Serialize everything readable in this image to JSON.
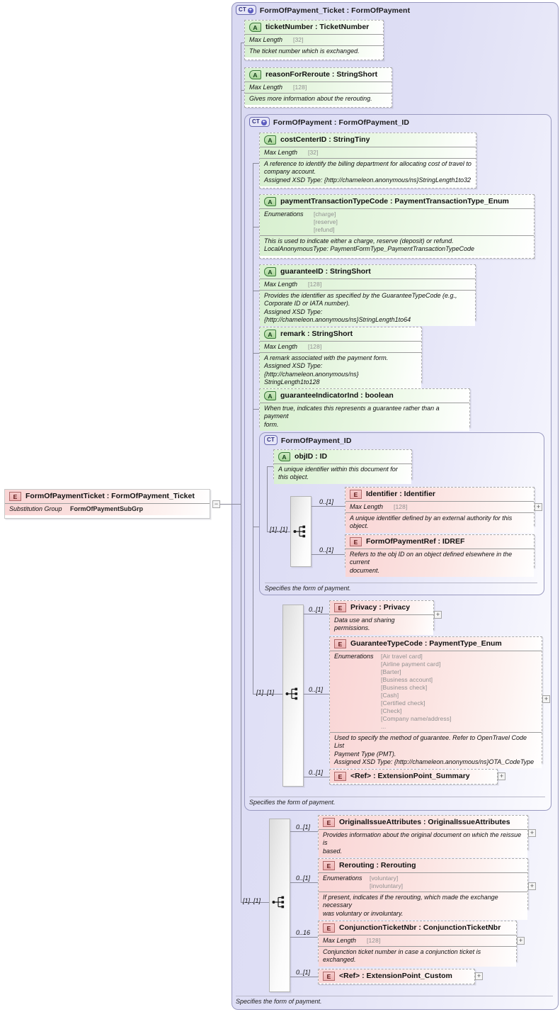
{
  "diagram": {
    "title": "XSD Schema Diagram",
    "root_element": {
      "tag": "E",
      "name": "FormOfPaymentTicket : FormOfPayment_Ticket",
      "facet_label": "Substitution Group",
      "facet_value": "FormOfPaymentSubGrp",
      "collapse_glyph": "−"
    },
    "frames": [
      {
        "badge": "CT",
        "title": "FormOfPayment_Ticket : FormOfPayment"
      },
      {
        "badge": "CT",
        "title": "FormOfPayment : FormOfPayment_ID"
      },
      {
        "badge": "CT",
        "title": "FormOfPayment_ID",
        "footer": "Specifies the form of payment."
      }
    ],
    "footers": {
      "formofpayment_id": "Specifies the form of payment.",
      "formofpayment": "Specifies the form of payment.",
      "formofpayment_ticket": "Specifies the form of payment."
    },
    "attributes": [
      {
        "tag": "A",
        "name": "ticketNumber : TicketNumber",
        "facet_label": "Max Length",
        "facet_value": "[32]",
        "doc": [
          "The ticket number which is exchanged."
        ]
      },
      {
        "tag": "A",
        "name": "reasonForReroute : StringShort",
        "facet_label": "Max Length",
        "facet_value": "[128]",
        "doc": [
          "Gives more information about the rerouting."
        ]
      },
      {
        "tag": "A",
        "name": "costCenterID : StringTiny",
        "facet_label": "Max Length",
        "facet_value": "[32]",
        "doc": [
          "A reference to identify the billing department for allocating cost of travel to",
          "company account.",
          "Assigned XSD Type: {http://chameleon.anonymous/ns}StringLength1to32"
        ]
      },
      {
        "tag": "A",
        "name": "paymentTransactionTypeCode : PaymentTransactionType_Enum",
        "facet_label": "Enumerations",
        "facet_values": [
          "[charge]",
          "[reserve]",
          "[refund]"
        ],
        "doc": [
          "This is used to indicate either a charge, reserve (deposit) or refund.",
          "LocalAnonymousType: PaymentFormType_PaymentTransactionTypeCode"
        ]
      },
      {
        "tag": "A",
        "name": "guaranteeID : StringShort",
        "facet_label": "Max Length",
        "facet_value": "[128]",
        "doc": [
          "Provides the identifier as specified by the GuaranteeTypeCode (e.g.,",
          "Corporate ID or IATA number).",
          "Assigned XSD Type: {http://chameleon.anonymous/ns}StringLength1to64"
        ]
      },
      {
        "tag": "A",
        "name": "remark    : StringShort",
        "facet_label": "Max Length",
        "facet_value": "[128]",
        "doc": [
          "A remark associated with the payment form.",
          "Assigned XSD Type: {http://chameleon.anonymous/ns}",
          "StringLength1to128"
        ]
      },
      {
        "tag": "A",
        "name": "guaranteeIndicatorInd : boolean",
        "doc": [
          "When true, indicates this represents a guarantee rather than a payment",
          "form."
        ]
      },
      {
        "tag": "A",
        "name": "objID      : ID",
        "doc": [
          "A unique identifier within this document for this object."
        ]
      }
    ],
    "group_id": {
      "cardinality": "[1]..[1]",
      "children": [
        {
          "tag": "E",
          "occurs": "0..[1]",
          "name": "Identifier : Identifier",
          "facet_label": "Max Length",
          "facet_value": "[128]",
          "doc": [
            "A unique identifier defined by an external authority for this object."
          ],
          "expandable": true
        },
        {
          "tag": "E",
          "occurs": "0..[1]",
          "name": "FormOfPaymentRef : IDREF",
          "doc": [
            "Refers to the obj ID on an object defined elsewhere in the current",
            "document."
          ],
          "expandable": false
        }
      ]
    },
    "group_payment": {
      "cardinality": "[1]..[1]",
      "children": [
        {
          "tag": "E",
          "occurs": "0..[1]",
          "name": "Privacy   : Privacy",
          "doc": [
            "Data use and sharing permissions."
          ],
          "expandable": true
        },
        {
          "tag": "E",
          "occurs": "0..[1]",
          "name": "GuaranteeTypeCode : PaymentType_Enum",
          "facet_label": "Enumerations",
          "facet_values": [
            "[Air travel card]",
            "[Airline payment card]",
            "[Barter]",
            "[Business account]",
            "[Business check]",
            "[Cash]",
            "[Certified check]",
            "[Check]",
            "[Company name/address]",
            "..."
          ],
          "doc": [
            "Used to specify the method of guarantee. Refer to OpenTravel Code List",
            "Payment Type (PMT).",
            "Assigned XSD Type: {http://chameleon.anonymous/ns}OTA_CodeType"
          ],
          "expandable": true
        },
        {
          "tag": "E",
          "occurs": "0..[1]",
          "name": "<Ref>    : ExtensionPoint_Summary",
          "expandable": true
        }
      ]
    },
    "group_ticket": {
      "cardinality": "[1]..[1]",
      "children": [
        {
          "tag": "E",
          "occurs": "0..[1]",
          "name": "OriginalIssueAttributes : OriginalIssueAttributes",
          "doc": [
            "Provides information about the original document on which the reissue is",
            "based."
          ],
          "expandable": true
        },
        {
          "tag": "E",
          "occurs": "0..[1]",
          "name": "Rerouting : Rerouting",
          "facet_label": "Enumerations",
          "facet_values": [
            "[voluntary]",
            "[involuntary]"
          ],
          "doc": [
            "If present, indicates if the rerouting, which made the exchange necessary",
            "was voluntary or involuntary."
          ],
          "expandable": true
        },
        {
          "tag": "E",
          "occurs": "0..16",
          "name": "ConjunctionTicketNbr : ConjunctionTicketNbr",
          "facet_label": "Max Length",
          "facet_value": "[128]",
          "doc": [
            "Conjunction ticket number in case a conjunction ticket is exchanged."
          ],
          "expandable": true
        },
        {
          "tag": "E",
          "occurs": "0..[1]",
          "name": "<Ref>    : ExtensionPoint_Custom",
          "expandable": true
        }
      ]
    },
    "icons": {
      "sequence": "sequence-icon",
      "expand": "+",
      "collapse": "−"
    }
  }
}
